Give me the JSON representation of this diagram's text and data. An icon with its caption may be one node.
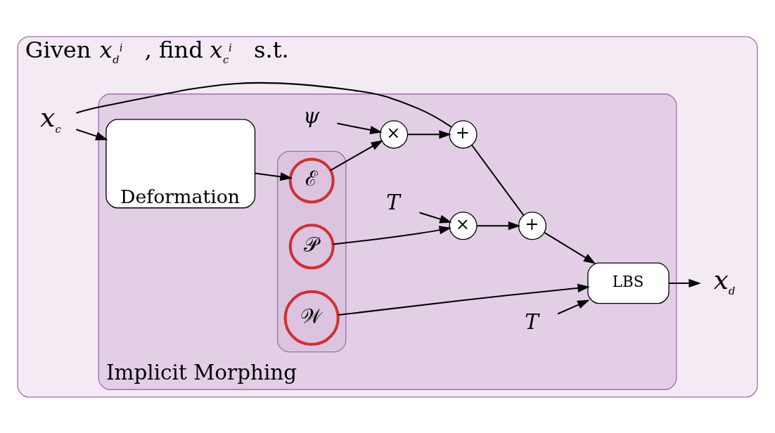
{
  "diagram": {
    "nodes": [
      {
        "text": [
          "Given *x*$_{d}$$^{i}$ , find *x*$_{c}$$^{i}$ s.t."
        ]
      },
      {
        "text": [
          "Implicit Morphing"
        ],
        "in": 0
      },
      {
        "text": [
          "Deformation"
        ],
        "in": 1
      },
      {
        "text": [],
        "shape": "box",
        "in": 1
      },
      {
        "text": [
          "ℰ"
        ],
        "in": 3
      },
      {
        "text": [
          "𝒫"
        ],
        "in": 3
      },
      {
        "text": [
          "𝒲"
        ],
        "in": 3
      },
      {
        "text": [
          "*ψ*"
        ],
        "in": 1
      },
      {
        "text": [
          "*T*"
        ],
        "in": 1
      },
      {
        "text": [
          "*T*"
        ],
        "in": 1
      },
      {
        "text": [
          "×"
        ],
        "in": 1
      },
      {
        "text": [
          "×"
        ],
        "in": 1
      },
      {
        "text": [
          "+"
        ],
        "in": 1
      },
      {
        "text": [
          "+"
        ],
        "in": 1
      },
      {
        "text": [
          "LBS"
        ],
        "in": 1
      },
      {
        "text": [
          "*x*$_{c}$"
        ],
        "in": 0
      },
      {
        "text": [
          "*x*$_{d}$"
        ],
        "in": 0
      }
    ],
    "edges": [
      {
        "from": 15,
        "to": 2,
        "arrow": "to"
      },
      {
        "from": 2,
        "to": 4,
        "arrow": "to"
      },
      {
        "from": 7,
        "to": 10,
        "arrow": "to"
      },
      {
        "from": 4,
        "to": 10,
        "arrow": "to"
      },
      {
        "from": 8,
        "to": 11,
        "arrow": "to"
      },
      {
        "from": 5,
        "to": 11,
        "arrow": "to"
      },
      {
        "from": 10,
        "to": 12,
        "arrow": "to"
      },
      {
        "from": 11,
        "to": 13,
        "arrow": "to"
      },
      {
        "from": 15,
        "to": 12,
        "arrow": "none"
      },
      {
        "from": 12,
        "to": 13,
        "arrow": "none"
      },
      {
        "from": 13,
        "to": 14,
        "arrow": "to"
      },
      {
        "from": 9,
        "to": 14,
        "arrow": "to"
      },
      {
        "from": 6,
        "to": 14,
        "arrow": "to"
      },
      {
        "from": 14,
        "to": 16,
        "arrow": "to"
      }
    ]
  }
}
